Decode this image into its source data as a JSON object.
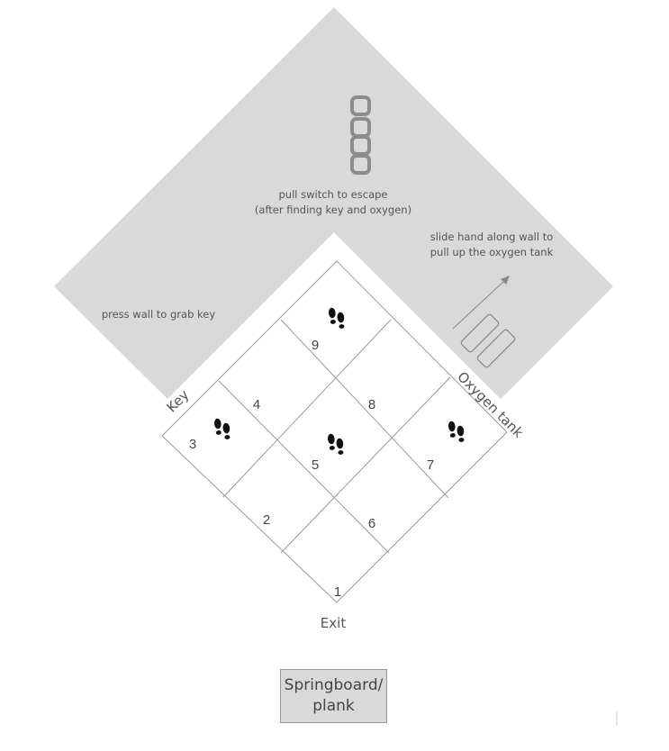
{
  "labels": {
    "switch_line1": "pull switch to escape",
    "switch_line2": "(after finding key and oxygen)",
    "oxygen_line1": "slide hand along wall to",
    "oxygen_line2": "pull up the oxygen tank",
    "key_wall": "press wall to grab key",
    "key": "Key",
    "oxygen_tank": "Oxygen tank",
    "exit": "Exit",
    "plank_line1": "Springboard/",
    "plank_line2": "plank"
  },
  "tiles": [
    "1",
    "2",
    "3",
    "4",
    "5",
    "6",
    "7",
    "8",
    "9"
  ],
  "colors": {
    "wall_fill": "#d9d9d9",
    "grid_line": "#999999",
    "text": "#555555",
    "footprint": "#111111"
  },
  "icons": [
    "chain-switch-icon",
    "oxygen-tank-icon",
    "arrow-icon",
    "footprints-icon"
  ]
}
